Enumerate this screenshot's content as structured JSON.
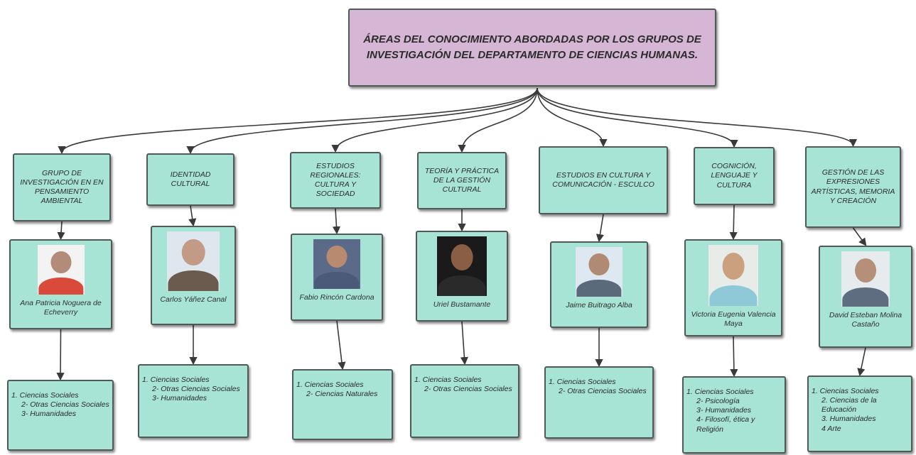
{
  "root": {
    "title": "ÁREAS DEL CONOCIMIENTO ABORDADAS POR LOS GRUPOS DE INVESTIGACIÓN DEL DEPARTAMENTO DE CIENCIAS HUMANAS."
  },
  "groups": [
    {
      "name": "GRUPO DE INVESTIGACIÓN EN EN PENSAMIENTO AMBIENTAL",
      "person": "Ana Patricia Noguera de Echeverry",
      "areas": [
        "1. Ciencias Sociales",
        "2- Otras Ciencias Sociales",
        "3- Humanidades"
      ]
    },
    {
      "name": "IDENTIDAD CULTURAL",
      "person": "Carlos Yáñez Canal",
      "areas": [
        "1. Ciencias Sociales",
        "2- Otras Ciencias Sociales",
        "3- Humanidades"
      ]
    },
    {
      "name": "ESTUDIOS REGIONALES: CULTURA Y SOCIEDAD",
      "person": "Fabio Rincón Cardona",
      "areas": [
        "1. Ciencias Sociales",
        "2- Ciencias Naturales"
      ]
    },
    {
      "name": "TEORÍA Y PRÁCTICA DE LA GESTIÓN CULTURAL",
      "person": "Uriel Bustamante",
      "areas": [
        "1. Ciencias Sociales",
        "2- Otras Ciencias Sociales"
      ]
    },
    {
      "name": "ESTUDIOS EN CULTURA Y COMUNICACIÓN - ESCULCO",
      "person": "Jaime Buitrago Alba",
      "areas": [
        "1. Ciencias Sociales",
        "2- Otras Ciencias Sociales"
      ]
    },
    {
      "name": "COGNICIÓN, LENGUAJE Y CULTURA",
      "person": "Victoria Eugenia Valencia Maya",
      "areas": [
        "1. Ciencias Sociales",
        "2- Psicología",
        "3- Humanidades",
        "4- Filosofí, ética y Religión"
      ]
    },
    {
      "name": "GESTIÓN DE LAS EXPRESIONES ARTÍSTICAS, MEMORIA Y CREACIÓN",
      "person": "David Esteban Molina Castaño",
      "areas": [
        "1. Ciencias Sociales",
        "2. Ciencias de la Educación",
        "3. Humanidades",
        "4 Arte"
      ]
    }
  ],
  "colors": {
    "root_fill": "#d5b6d4",
    "node_fill": "#a8e4d6",
    "border": "#4f5a58",
    "connector": "#3a3a3a"
  }
}
